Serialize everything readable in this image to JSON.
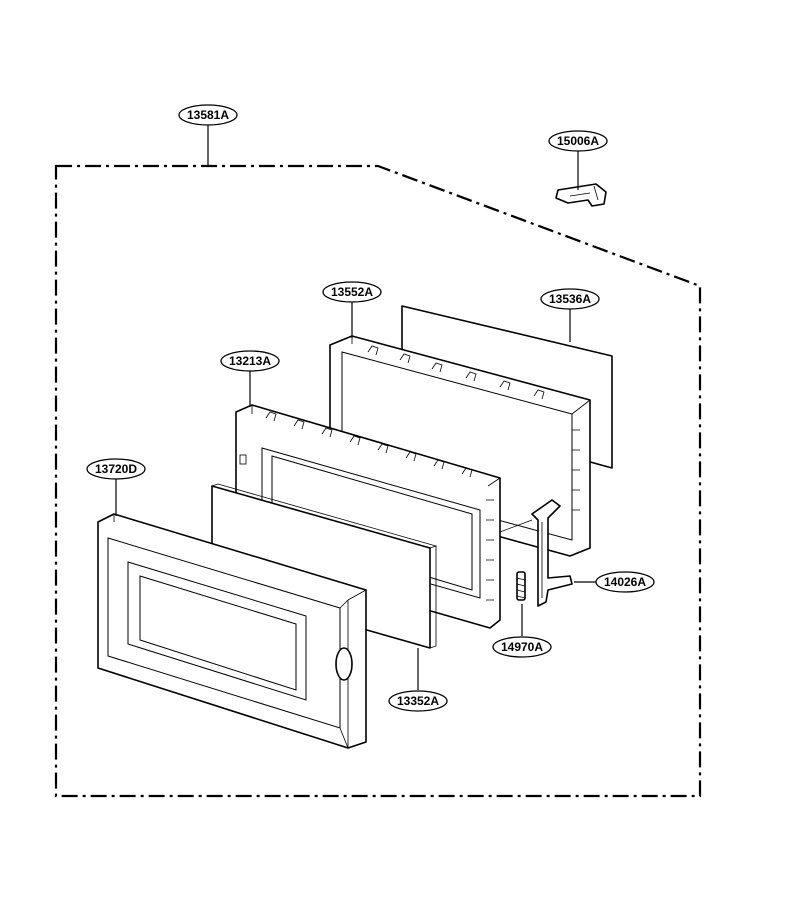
{
  "labels": {
    "assembly": "13581A",
    "p15006": "15006A",
    "p13552": "13552A",
    "p13536": "13536A",
    "p13213": "13213A",
    "p13720": "13720D",
    "p14026": "14026A",
    "p14970": "14970A",
    "p13352": "13352A"
  }
}
